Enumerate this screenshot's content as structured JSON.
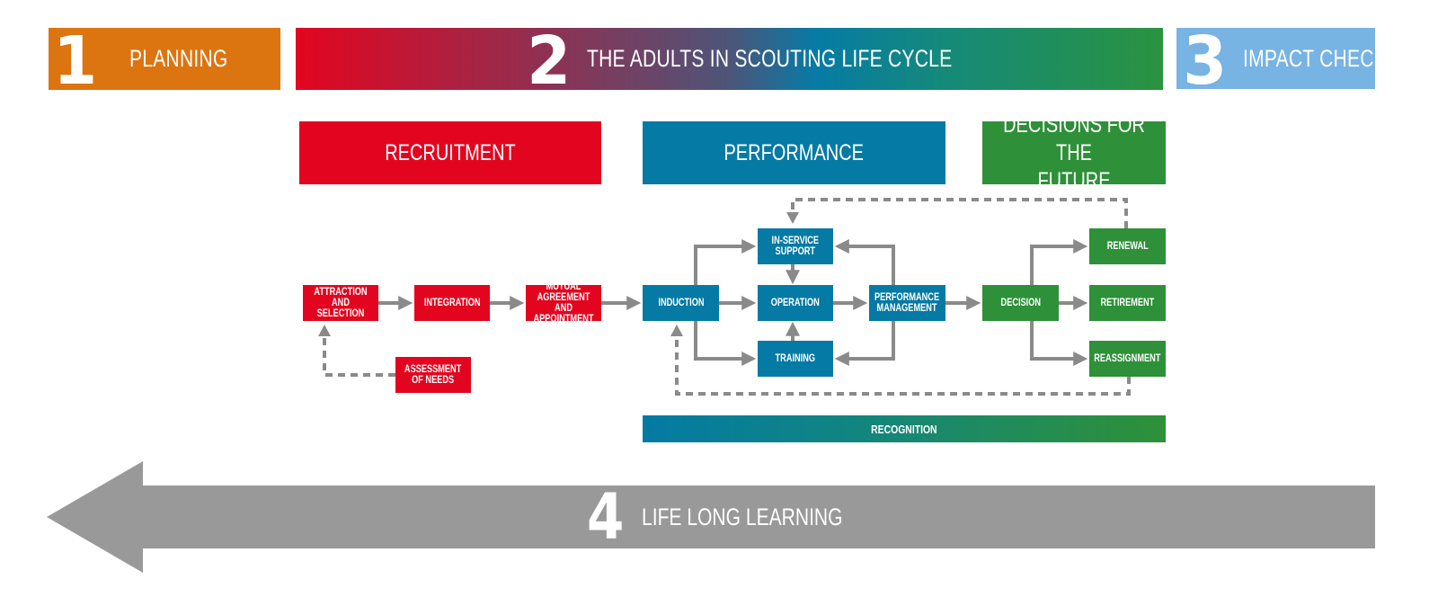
{
  "phases": [
    {
      "number": "1",
      "label": "PLANNING",
      "color": "#dc7410"
    },
    {
      "number": "2",
      "label": "THE ADULTS IN SCOUTING LIFE CYCLE",
      "gradient": [
        "#e3051f",
        "#047aa4",
        "#2a9340"
      ]
    },
    {
      "number": "3",
      "label": "IMPACT CHECK",
      "color": "#77b3e3"
    }
  ],
  "sections": {
    "recruitment": "RECRUITMENT",
    "performance": "PERFORMANCE",
    "future": "DECISIONS FOR THE\nFUTURE"
  },
  "steps": {
    "attraction": "ATTRACTION\nAND SELECTION",
    "integration": "INTEGRATION",
    "mutual": "MUTUAL\nAGREEMENT AND\nAPPOINTMENT",
    "assessment": "ASSESSMENT\nOF NEEDS",
    "induction": "INDUCTION",
    "in_service": "IN-SERVICE\nSUPPORT",
    "operation": "OPERATION",
    "training": "TRAINING",
    "performance_mgmt": "PERFORMANCE\nMANAGEMENT",
    "decision": "DECISION",
    "renewal": "RENEWAL",
    "retirement": "RETIREMENT",
    "reassignment": "REASSIGNMENT"
  },
  "recognition": "RECOGNITION",
  "lifelong": {
    "number": "4",
    "label": "LIFE LONG LEARNING",
    "color": "#999999"
  },
  "colors": {
    "recruitment": "#e3051f",
    "performance": "#047aa4",
    "future": "#2e9038",
    "connector": "#8a8a8a"
  },
  "flows": [
    {
      "from": "attraction",
      "to": "integration",
      "style": "solid"
    },
    {
      "from": "integration",
      "to": "mutual",
      "style": "solid"
    },
    {
      "from": "mutual",
      "to": "induction",
      "style": "solid"
    },
    {
      "from": "assessment",
      "to": "attraction",
      "style": "dashed"
    },
    {
      "from": "induction",
      "to": "in_service",
      "style": "solid"
    },
    {
      "from": "induction",
      "to": "operation",
      "style": "solid"
    },
    {
      "from": "induction",
      "to": "training",
      "style": "solid"
    },
    {
      "from": "in_service",
      "to": "operation",
      "style": "solid"
    },
    {
      "from": "training",
      "to": "operation",
      "style": "solid"
    },
    {
      "from": "operation",
      "to": "performance_mgmt",
      "style": "solid"
    },
    {
      "from": "performance_mgmt",
      "to": "in_service",
      "style": "solid"
    },
    {
      "from": "performance_mgmt",
      "to": "training",
      "style": "solid"
    },
    {
      "from": "performance_mgmt",
      "to": "decision",
      "style": "solid"
    },
    {
      "from": "decision",
      "to": "renewal",
      "style": "solid"
    },
    {
      "from": "decision",
      "to": "retirement",
      "style": "solid"
    },
    {
      "from": "decision",
      "to": "reassignment",
      "style": "solid"
    },
    {
      "from": "renewal",
      "to": "in_service",
      "style": "dashed"
    },
    {
      "from": "reassignment",
      "to": "induction",
      "style": "dashed"
    }
  ]
}
